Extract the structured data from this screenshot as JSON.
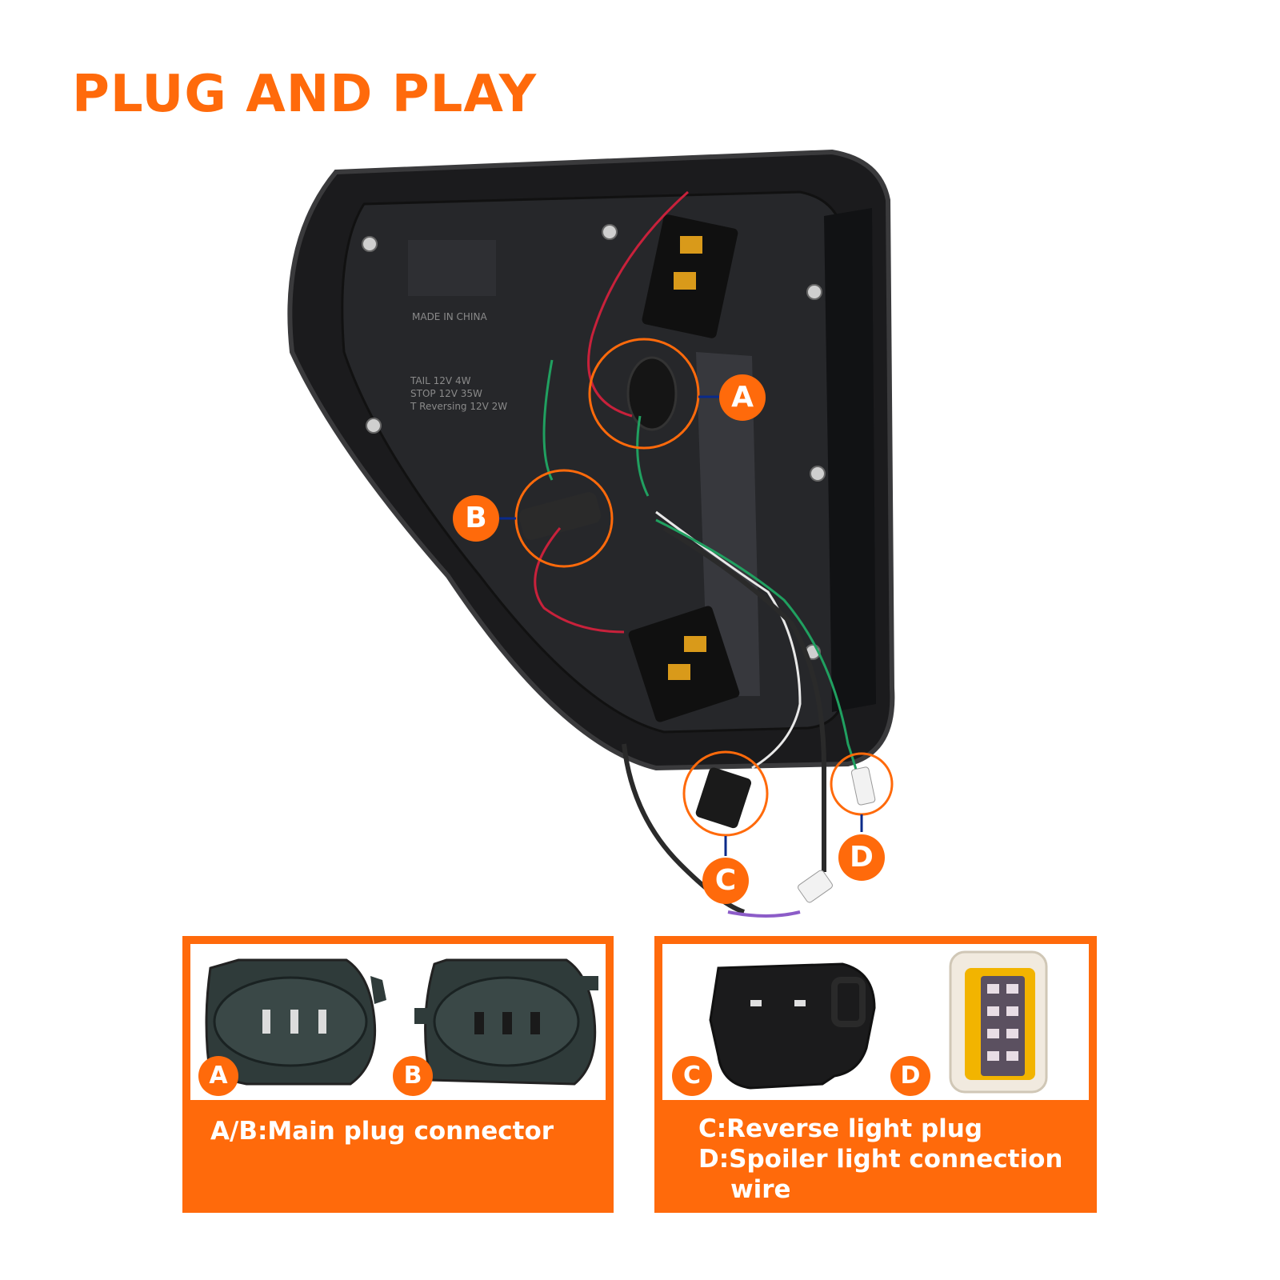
{
  "title": "PLUG AND PLAY",
  "colors": {
    "accent": "#ff6a0b",
    "housing": "#1b1b1d",
    "callout_line": "#0a2a8a"
  },
  "callouts": [
    "A",
    "B",
    "C",
    "D"
  ],
  "housing_text": {
    "rating_lines": [
      "TAIL 12V 4W",
      "STOP 12V 35W",
      "T Reversing 12V 2W"
    ],
    "made_in": "MADE IN CHINA"
  },
  "panel_left": {
    "badges": [
      "A",
      "B"
    ],
    "description": "A/B:Main plug connector"
  },
  "panel_right": {
    "badges": [
      "C",
      "D"
    ],
    "line1": "C:Reverse light plug",
    "line2": "D:Spoiler light connection",
    "line3": "wire"
  }
}
